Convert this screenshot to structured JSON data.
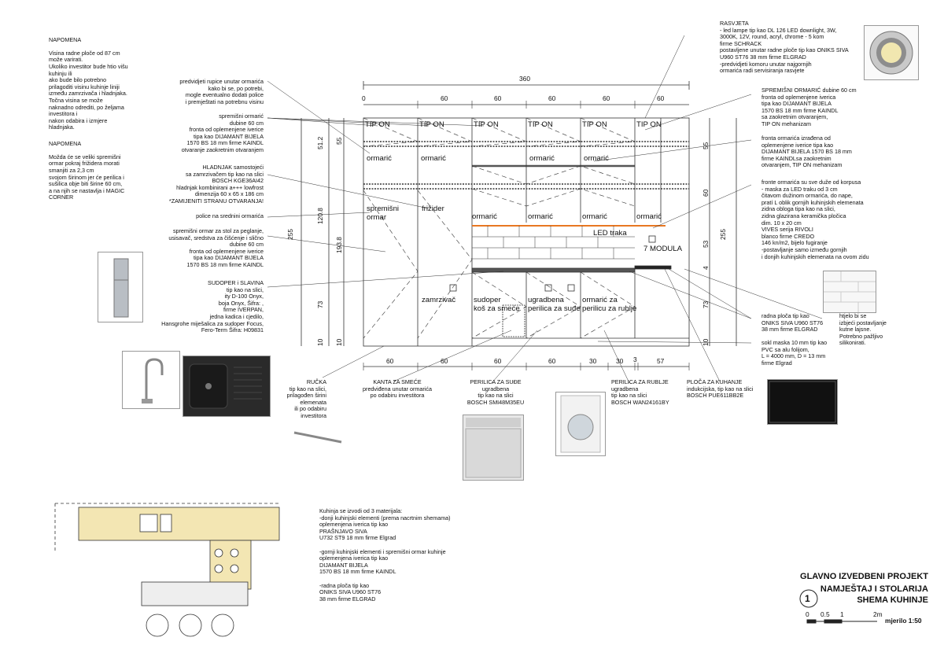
{
  "notes_left": [
    {
      "title": "NAPOMENA",
      "body": "Visina radne ploče od 87 cm\nmože varirati.\nUkoliko investitor bude htio višu\nkuhinju ili\nako bude bilo potrebno\nprilagoditi visinu kuhinje liniji\nizmeđu zamrzivača i hladnjaka.\nTočna visina  se može\nnaknadno odrediti, po željama\ninvestitora i\nnakon odabira i izmjere\nhladnjaka."
    },
    {
      "title": "NAPOMENA",
      "body": "Možda će se veliki spremišni\normar pokraj frižidera morati\nsmanjiti za 2,3 cm\nsvojom širinom jer će perilica i\nsušilica obje biti širine 60 cm,\na na njih se nastavlja i MAGIC\nCORNER"
    }
  ],
  "callouts_left": [
    "predvidjeti rupice unutar ormarića\nkako bi se, po potrebi,\nmogle eventualno dodati police\ni premještati na potrebnu visinu",
    "spremišni ormarić\ndubine 60 cm\nfronta od oplemenjene iverice\ntipa kao DIJAMANT BIJELA\n1570 BS 18 mm  firme KAINDL\notvaranje zaokretnim otvaranjem",
    "HLADNJAK samostojeći\nsa zamrzivačem tip kao na slici\nBOSCH KGE36AI42\nhladnjak kombinirani a+++ lowfrost\ndimenzija 60 x 65 x 186 cm\n*ZAMIJENITI STRANU OTVARANJA!",
    "police na srednini ormarića",
    "spremišni ormar za stol za peglanje,\nusisavač, sredstva za čišćenje i slično\ndubine 60 cm\nfronta od oplemenjene iverice\ntipa kao DIJAMANT BIJELA\n1570 BS 18 mm  firme KAINDL",
    "SUDOPER i SLAVINA\ntip kao na slici,\nity D-100 Onyx,\nboja Onyx, Šifra: ,\nfirme IVERPAN,\njedna kadica i cjedilo,\nHansgrohe miješalica za sudoper Focus,\nFero-Term Šifra: H09831"
  ],
  "callouts_right": [
    "RASVJETA\n- led lampe tip kao DL 126 LED downlight, 3W,\n3000K, 12V, round, acryl, chrome - 5 kom\nfirme SCHRACK\npostavljene unutar radne ploče tip kao ONIKS SIVA\nU960 ST76 38 mm  firme ELGRAD\n-predvidjeti komoru unutar najgornjih\normarića radi servisiranja rasvjete",
    "SPREMIŠNI ORMARIĆ dubine 60 cm\nfronta od oplemenjene iverica\ntipa kao DIJAMANT BIJELA\n1570 BS 18 mm  firme KAINDL\nsa zaokretnim otvaranjem,\nTIP ON mehanizam",
    "fronta ormarića izrađena od\noplemenjene iverice  tipa kao\nDIJAMANT BIJELA 1570 BS 18 mm\nfirme KAINDLsa zaokretnim\notvaranjem, TIP ON mehanizam",
    "fronte ormarića su sve duže od korpusa\n- maska za LED traku od 3 cm\nčitavom dužinom ormarića, do nape,\npratí  L oblik gornjih kuhinjskih elemenata\nzidna obloga tipa kao na slici,\nzidna glazirana keramička pločica\ndim. 10 x 20 cm\nVIVES serija RIVOLI\nblanco  firme CREDO\n146 kn/m2, bijelo fugiranje\n-postavljanje samo između gornjih\ni donjih kuhinjskih elemenata na ovom zidu",
    "radna ploča tip kao\nONIKS SIVA U960 ST76\n38 mm  firme ELGRAD",
    "htjelo bi se\nizbjeći postavljanje\nkutne lajsne.\nPotrebno pažljivo\nsilikonirati.",
    "sokl maska 10 mm tip kao\nPVC sa alu folijom,\nL = 4000 mm, D = 13 mm\nfirme Elgrad"
  ],
  "callouts_bottom": [
    "RUČKA\ntip kao na slici,\nprilagođen širini elemenata\nili po odabiru investitora",
    "KANTA ZA SMEĆE\npredviđena unutar ormarića\npo odabiru investitora",
    "PERILICA ZA SUĐE\nugradbena\ntip kao na slici\nBOSCH SMI48M35EU",
    "PERILICA ZA RUBLJE\nugradbena\ntip kao na slici\nBOSCH WAN24161BY",
    "PLOČA ZA KUHANJE\nindukcijska, tip kao na slici\nBOSCH PUE611BB2E"
  ],
  "materials": "Kuhinja se izvodi od 3 materijala:\n-donji kuhinjski elementi (prema nacrtnim shemama)\n  oplemenjena iverica tip kao\nPRAŠNJAVO SIVA\nU732 ST9 18 mm  firme Elgrad\n\n-gornji kuhinjski elementi i spremišni ormar kuhinje\n  oplemenjena iverica tip kao\nDIJAMANT BIJELA\n1570 BS 18 mm  firme KAINDL\n\n-radna ploča tip kao\nONIKS SIVA U960 ST76\n38 mm  firme ELGRAD",
  "drawing_labels": {
    "tip_on": [
      "TIP ON",
      "TIP ON",
      "TIP ON",
      "TIP ON",
      "TIP ON",
      "TIP ON"
    ],
    "ormaric_top": [
      "ormarić",
      "ormarić",
      "ormarić",
      "ormarić"
    ],
    "spremisni": "spremišni\normar",
    "frizider": "frižider",
    "ormaric_mid": [
      "ormarić",
      "ormarić",
      "ormarić",
      "ormarić"
    ],
    "led": "LED traka",
    "moduli": "7 MODULA",
    "zamrzivac": "zamrzivač",
    "sudoper": "sudoper\nkoš za smeće",
    "ugradbena": "ugradbena\nperilica za suđe",
    "ormaric_rublje": "ormarić za\nperilicu za rublje"
  },
  "dimensions": {
    "top_total": "360",
    "top": [
      "0",
      "60",
      "60",
      "60",
      "60",
      "60"
    ],
    "bottom": [
      "60",
      "60",
      "60",
      "60",
      "30",
      "30",
      "3",
      "57"
    ],
    "left": [
      "51.2",
      "55",
      "120.8",
      "255",
      "193.8",
      "73",
      "10",
      "10"
    ],
    "right": [
      "55",
      "60",
      "53",
      "4",
      "73",
      "10",
      "255"
    ]
  },
  "title": {
    "number": "1",
    "line1": "GLAVNO IZVEDBENI PROJEKT",
    "line2": "NAMJEŠTAJ I STOLARIJA",
    "line3": "SHEMA KUHINJE"
  },
  "scale": {
    "ticks": [
      "0",
      "0.5",
      "1",
      "2m"
    ],
    "label": "mjerilo 1:50"
  },
  "colors": {
    "led_strip": "#e87722",
    "plan_fill": "#f3e6b3",
    "dark": "#333333"
  }
}
